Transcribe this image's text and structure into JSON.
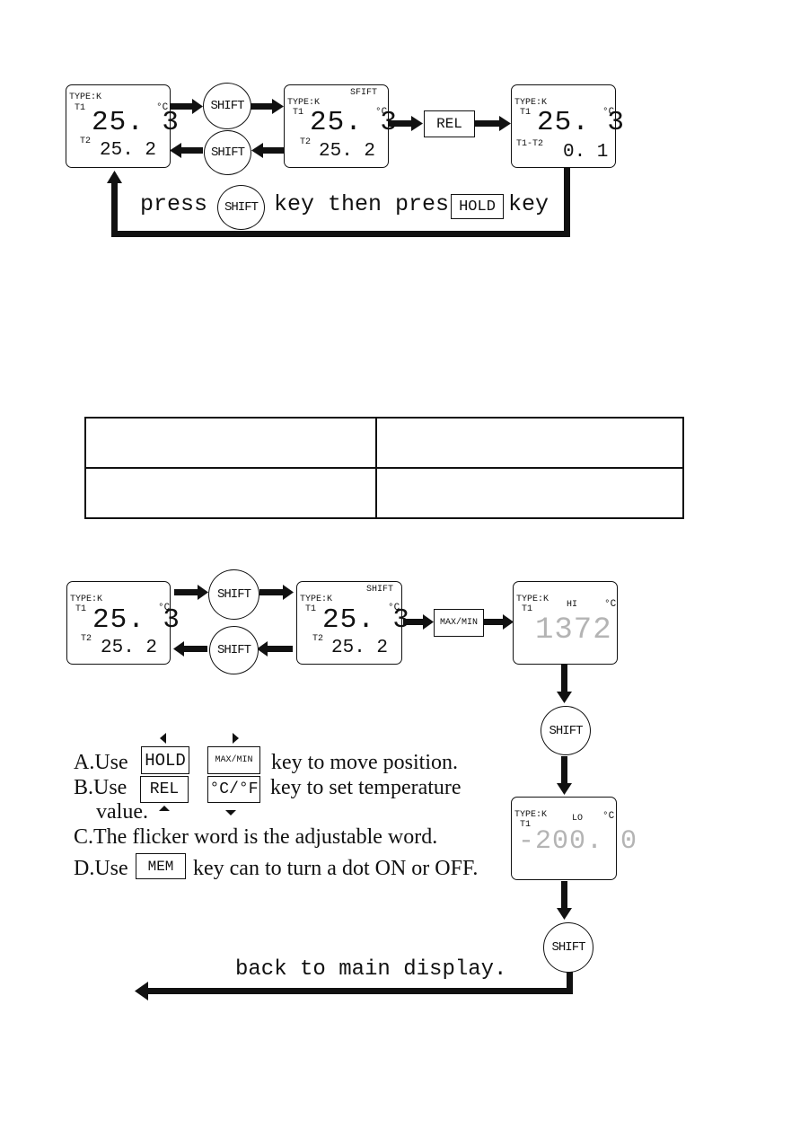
{
  "diagram1": {
    "lcd_a": {
      "type": "TYPE:K",
      "t1_label": "T1",
      "t1_value": "25. 3",
      "unit": "°C",
      "t2_label": "T2",
      "t2_value": "25. 2"
    },
    "lcd_b": {
      "type": "TYPE:K",
      "mode": "SFIFT",
      "t1_label": "T1",
      "t1_value": "25. 3",
      "unit": "°C",
      "t2_label": "T2",
      "t2_value": "25. 2"
    },
    "lcd_c": {
      "type": "TYPE:K",
      "t1_label": "T1",
      "t1_value": "25. 3",
      "unit": "°C",
      "diff_label": "T1-T2",
      "diff_value": "0. 1"
    },
    "shift_label": "SHIFT",
    "rel_label": "REL",
    "hold_label": "HOLD",
    "instruction": {
      "part1": "press",
      "part2": "key then press",
      "part3": "key"
    }
  },
  "table": {
    "rows": [
      [
        "",
        ""
      ],
      [
        "",
        ""
      ]
    ]
  },
  "diagram2": {
    "lcd_a": {
      "type": "TYPE:K",
      "t1_label": "T1",
      "t1_value": "25. 3",
      "unit": "°C",
      "t2_label": "T2",
      "t2_value": "25. 2"
    },
    "lcd_b": {
      "type": "TYPE:K",
      "mode": "SHIFT",
      "t1_label": "T1",
      "t1_value": "25. 3",
      "unit": "°C",
      "t2_label": "T2",
      "t2_value": "25. 2"
    },
    "lcd_hi": {
      "type": "TYPE:K",
      "t1_label": "T1",
      "mode": "HI",
      "unit": "°C",
      "value": "1372"
    },
    "lcd_lo": {
      "type": "TYPE:K",
      "t1_label": "T1",
      "mode": "LO",
      "unit": "°C",
      "value": "-200. 0"
    },
    "shift_label": "SHIFT",
    "maxmin_label": "MAX/MIN",
    "back_text": "back to main display."
  },
  "instructions": {
    "a": {
      "prefix": "A.Use",
      "key1": "HOLD",
      "key2": "MAX/MIN",
      "suffix": "key to move position."
    },
    "b": {
      "prefix": "B.Use",
      "key1": "REL",
      "key2": "°C/°F",
      "suffix": "key to set  temperature",
      "cont": "value."
    },
    "c": {
      "text": "C.The flicker word is the adjustable word."
    },
    "d": {
      "prefix": "D.Use",
      "key": "MEM",
      "suffix": "key can to turn a dot ON or OFF."
    }
  }
}
